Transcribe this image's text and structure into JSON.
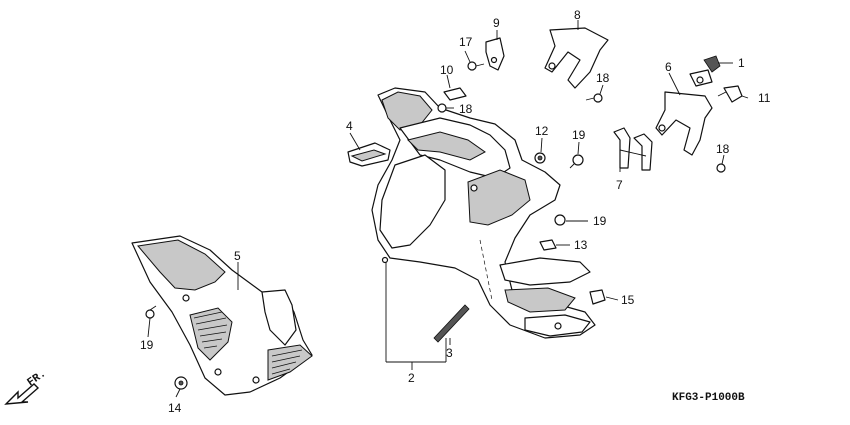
{
  "diagram": {
    "catalog_code": "KFG3-P1000B",
    "direction_label": "FR.",
    "callouts": [
      "1",
      "2",
      "3",
      "4",
      "5",
      "6",
      "7",
      "8",
      "9",
      "10",
      "11",
      "12",
      "13",
      "14",
      "15",
      "17",
      "18",
      "18",
      "18",
      "19",
      "19",
      "19"
    ]
  }
}
